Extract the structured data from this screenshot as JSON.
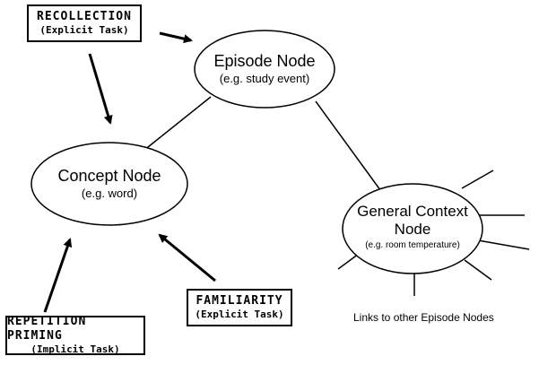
{
  "task_boxes": {
    "recollection": {
      "title": "RECOLLECTION",
      "subtitle": "(Explicit Task)"
    },
    "familiarity": {
      "title": "FAMILIARITY",
      "subtitle": "(Explicit Task)"
    },
    "repetition_priming": {
      "title": "REPETITION PRIMING",
      "subtitle": "(Implicit Task)"
    }
  },
  "nodes": {
    "episode": {
      "title": "Episode Node",
      "subtitle": "(e.g. study event)"
    },
    "concept": {
      "title": "Concept Node",
      "subtitle": "(e.g. word)"
    },
    "general_context": {
      "title_line1": "General Context",
      "title_line2": "Node",
      "subtitle": "(e.g. room temperature)"
    }
  },
  "caption": "Links to other Episode Nodes",
  "colors": {
    "stroke": "#000000",
    "background": "#ffffff"
  }
}
